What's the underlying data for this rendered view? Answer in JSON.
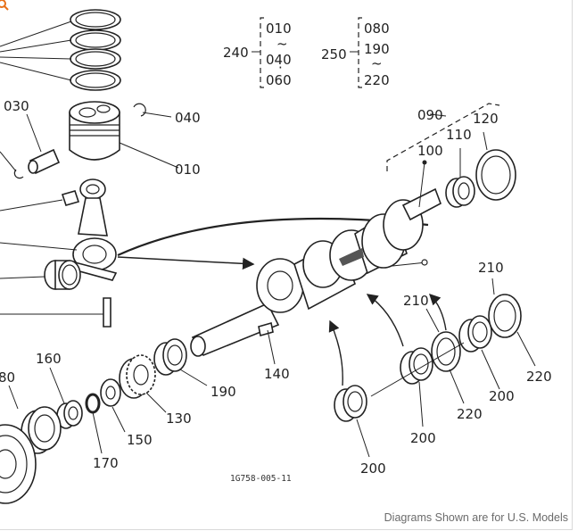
{
  "diagram": {
    "callouts": {
      "c030": "030",
      "c040": "040",
      "c010": "010",
      "c090": "090",
      "c120": "120",
      "c110": "110",
      "c100": "100",
      "c210a": "210",
      "c210b": "210",
      "c220a": "220",
      "c220b": "220",
      "c200a": "200",
      "c200b": "200",
      "c200c": "200",
      "c190": "190",
      "c140": "140",
      "c130": "130",
      "c150": "150",
      "c160": "160",
      "c170": "170",
      "c80": "80"
    },
    "legend240": {
      "label": "240",
      "v1": "010",
      "tilde": "~",
      "v2": "040",
      "dot": "·",
      "v3": "060"
    },
    "legend250": {
      "label": "250",
      "v1": "080",
      "v2": "190",
      "tilde": "~",
      "v3": "220"
    },
    "ref_code": "1G758-005-11"
  },
  "footer": {
    "note": "Diagrams Shown are for U.S. Models"
  },
  "colors": {
    "zoom_icon": "#e8711a",
    "footer_text": "#6b6b6b",
    "line": "#222222"
  }
}
